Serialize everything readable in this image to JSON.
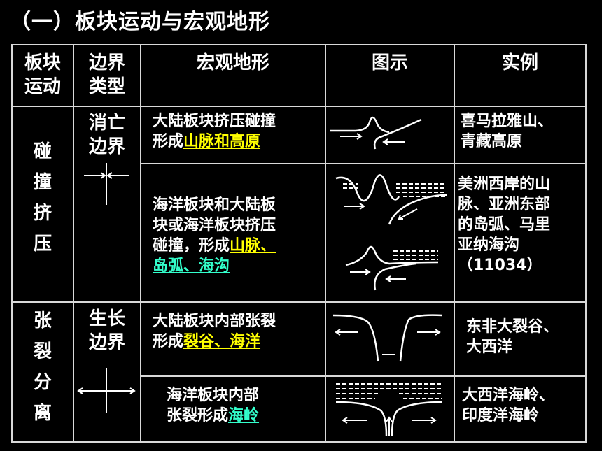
{
  "title": "（一）板块运动与宏观地形",
  "headers": {
    "col1a": "板块",
    "col1b": "运动",
    "col2a": "边界",
    "col2b": "类型",
    "col3": "宏观地形",
    "col4": "图示",
    "col5": "实例"
  },
  "collision": {
    "motion": [
      "碰",
      "撞",
      "挤",
      "压"
    ],
    "boundary_a": "消亡",
    "boundary_b": "边界",
    "row1": {
      "desc_line1": "大陆板块挤压碰撞",
      "desc_line2_prefix": "形成",
      "desc_line2_hl": "山脉和高原",
      "example_line1": "喜马拉雅山、",
      "example_line2": "青藏高原"
    },
    "row2": {
      "desc_line1": "海洋板块和大陆板",
      "desc_line2": "块或海洋板块挤压",
      "desc_line3_prefix": "碰撞，形成",
      "desc_line3_hl": "山脉、",
      "desc_line4_hl": "岛弧、海沟",
      "example_lines": [
        "美洲西岸的山",
        "脉、亚洲东部",
        "的岛弧、马里",
        "亚纳海沟",
        "（11034）"
      ]
    }
  },
  "divergence": {
    "motion": [
      "张",
      "裂",
      "分",
      "离"
    ],
    "boundary_a": "生长",
    "boundary_b": "边界",
    "row1": {
      "desc_line1": "大陆板块内部张裂",
      "desc_line2_prefix": "形成",
      "desc_line2_hl": "裂谷、海洋",
      "example_line1": "东非大裂谷、",
      "example_line2": "大西洋"
    },
    "row2": {
      "desc_line1": "海洋板块内部",
      "desc_line2_prefix": "张裂形成",
      "desc_line2_hl": "海岭",
      "example_line1": "大西洋海岭、",
      "example_line2": "印度洋海岭"
    }
  },
  "colors": {
    "highlight_yellow": "#ffff00",
    "highlight_cyan": "#33ffcc",
    "background": "#000000",
    "text": "#ffffff"
  }
}
